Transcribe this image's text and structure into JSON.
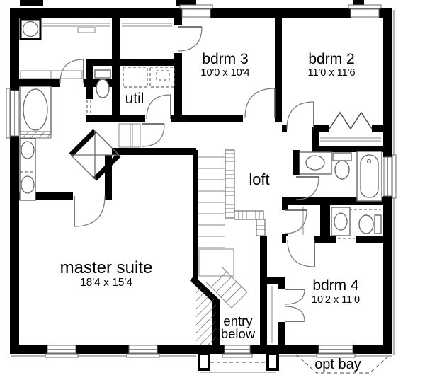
{
  "plan": {
    "rooms": {
      "bdrm3": {
        "name": "bdrm 3",
        "dims": "10'0 x 10'4"
      },
      "bdrm2": {
        "name": "bdrm 2",
        "dims": "11'0 x 11'6"
      },
      "bdrm4": {
        "name": "bdrm 4",
        "dims": "10'2 x 11'0"
      },
      "master": {
        "name": "master suite",
        "dims": "18'4 x 15'4"
      },
      "util": {
        "name": "util"
      },
      "loft": {
        "name": "loft"
      }
    },
    "annotations": {
      "entry": {
        "line1": "entry",
        "line2": "below"
      },
      "optbay": {
        "label": "opt bay"
      }
    },
    "colors": {
      "wall": "#000000",
      "fixture_line": "#6a6a6a",
      "shadow": "#b5b5b5",
      "background": "#ffffff",
      "text": "#000000"
    }
  }
}
